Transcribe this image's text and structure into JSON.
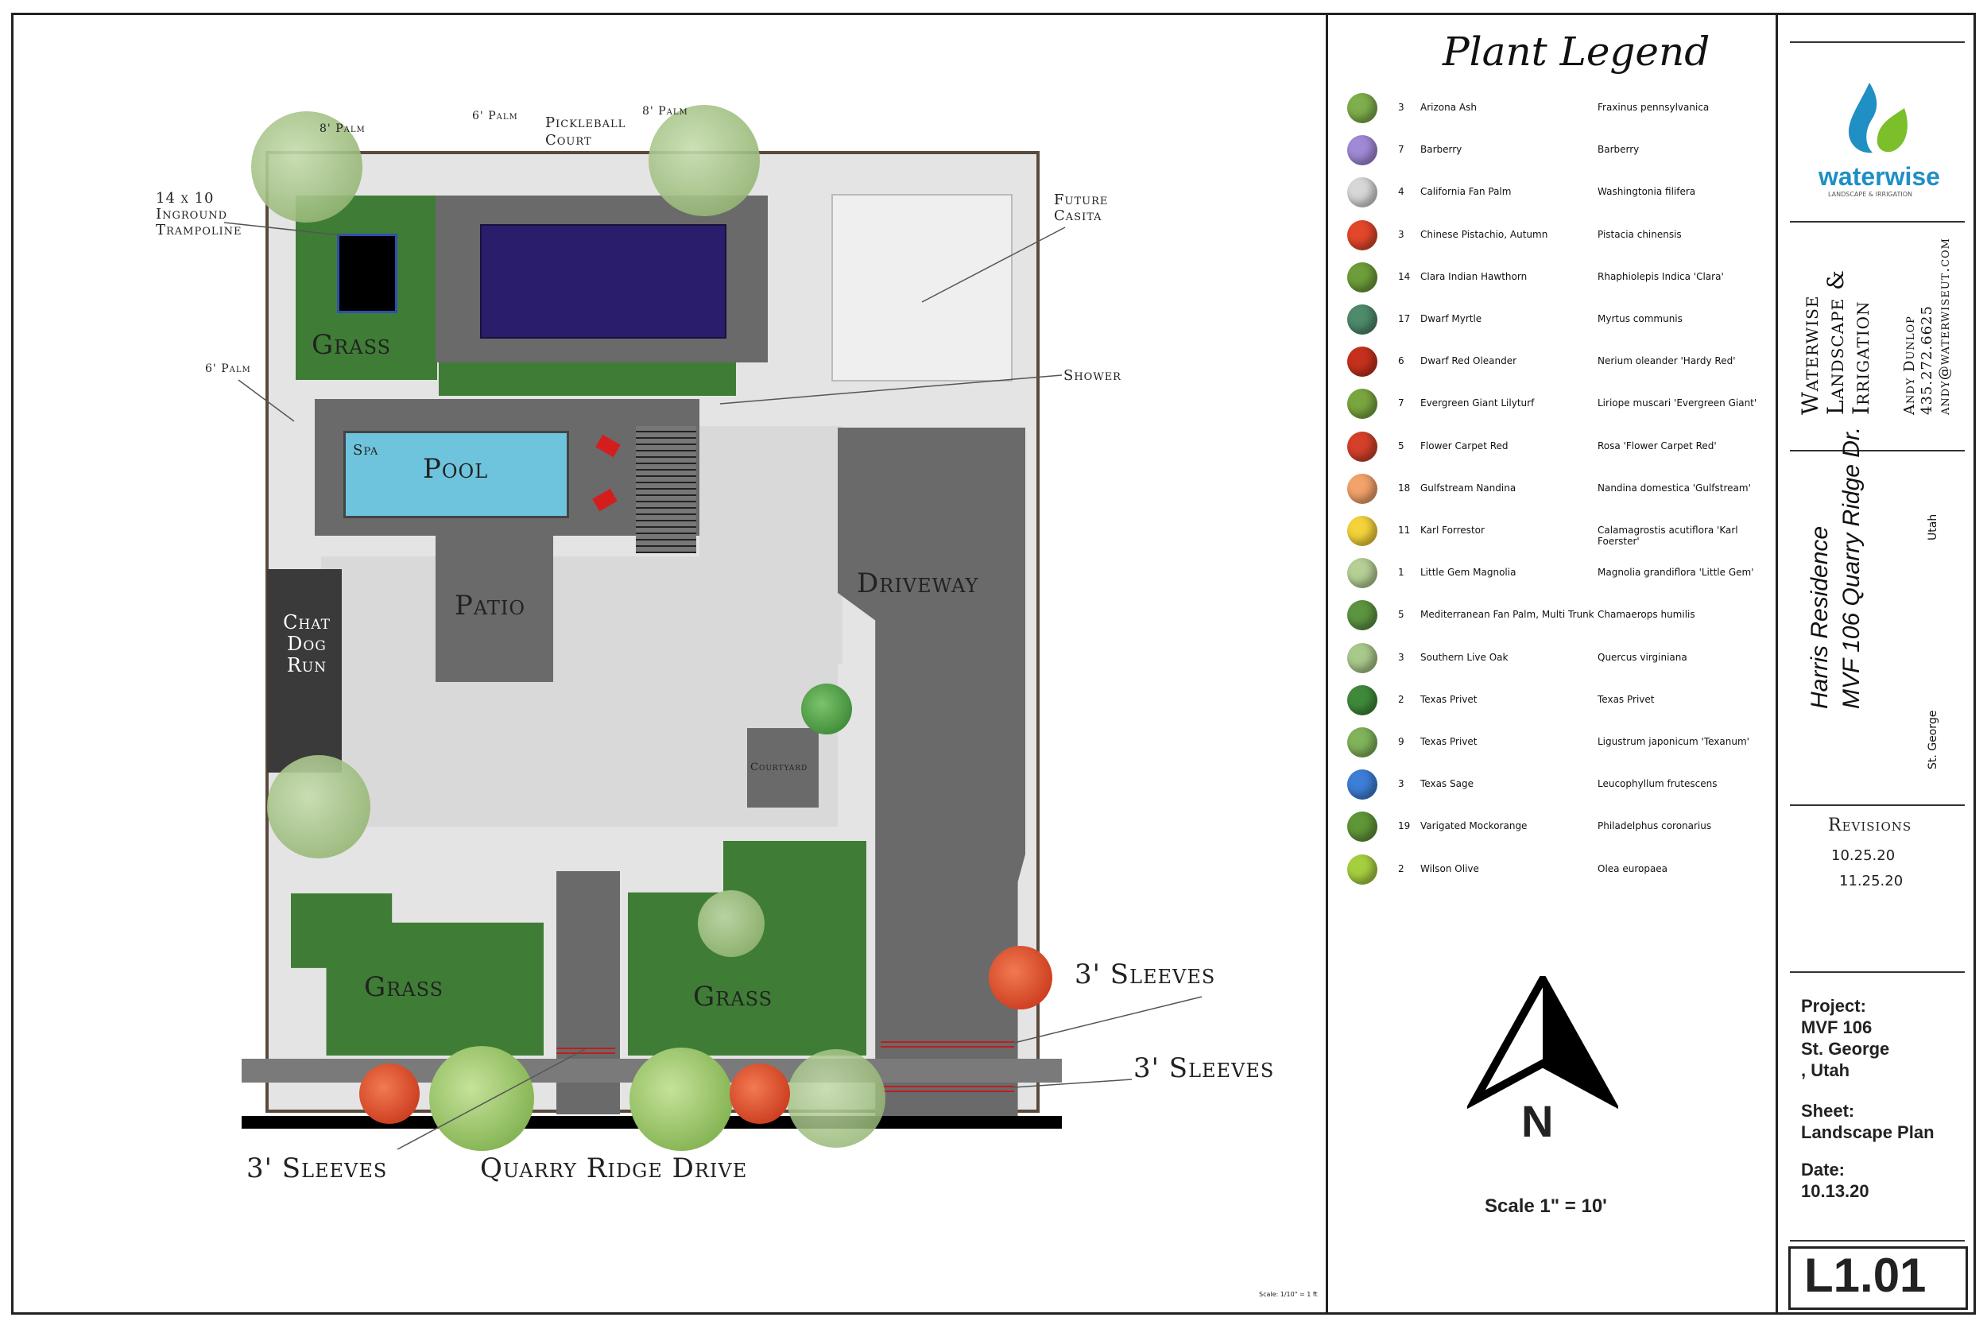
{
  "plan": {
    "labels": {
      "palm_8_left": "8' Palm",
      "palm_6_top": "6' Palm",
      "pickleball": "Pickleball Court",
      "palm_8_right": "8' Palm",
      "trampoline": "14 x 10 Inground Trampoline",
      "future_casita": "Future Casita",
      "grass_top": "Grass",
      "shower": "Shower",
      "palm_6_left": "6' Palm",
      "spa": "Spa",
      "pool": "Pool",
      "patio": "Patio",
      "driveway": "Driveway",
      "dog_run": "Chat Dog Run",
      "courtyard": "Courtyard",
      "grass_left": "Grass",
      "grass_right": "Grass",
      "sleeves_right_top": "3' Sleeves",
      "sleeves_right_bottom": "3' Sleeves",
      "sleeves_left": "3' Sleeves",
      "street": "Quarry Ridge Drive",
      "scale_small": "Scale: 1/10\" = 1 ft"
    }
  },
  "legend": {
    "title": "Plant Legend",
    "items": [
      {
        "qty": "3",
        "common": "Arizona Ash",
        "botanical": "Fraxinus pennsylvanica",
        "color": "#7fae4c"
      },
      {
        "qty": "7",
        "common": "Barberry",
        "botanical": "Barberry",
        "color": "#a08ad6"
      },
      {
        "qty": "4",
        "common": "California Fan Palm",
        "botanical": "Washingtonia filifera",
        "color": "#d7d7d7"
      },
      {
        "qty": "3",
        "common": "Chinese Pistachio, Autumn",
        "botanical": "Pistacia chinensis",
        "color": "#e2472a"
      },
      {
        "qty": "14",
        "common": "Clara Indian Hawthorn",
        "botanical": "Rhaphiolepis Indica 'Clara'",
        "color": "#6d9e3a"
      },
      {
        "qty": "17",
        "common": "Dwarf Myrtle",
        "botanical": "Myrtus communis",
        "color": "#4e8a6b"
      },
      {
        "qty": "6",
        "common": "Dwarf Red Oleander",
        "botanical": "Nerium oleander 'Hardy Red'",
        "color": "#c6311d"
      },
      {
        "qty": "7",
        "common": "Evergreen Giant Lilyturf",
        "botanical": "Liriope muscari 'Evergreen Giant'",
        "color": "#7aa63f"
      },
      {
        "qty": "5",
        "common": "Flower Carpet Red",
        "botanical": "Rosa 'Flower Carpet Red'",
        "color": "#d4402a"
      },
      {
        "qty": "18",
        "common": "Gulfstream Nandina",
        "botanical": "Nandina domestica 'Gulfstream'",
        "color": "#f2a26a"
      },
      {
        "qty": "11",
        "common": "Karl Forrestor",
        "botanical": "Calamagrostis acutiflora 'Karl Foerster'",
        "color": "#f3d23a"
      },
      {
        "qty": "1",
        "common": "Little Gem Magnolia",
        "botanical": "Magnolia grandiflora 'Little Gem'",
        "color": "#b5cf95"
      },
      {
        "qty": "5",
        "common": "Mediterranean Fan Palm, Multi Trunk",
        "botanical": "Chamaerops humilis",
        "color": "#5c9440"
      },
      {
        "qty": "3",
        "common": "Southern Live Oak",
        "botanical": "Quercus virginiana",
        "color": "#a9c98a"
      },
      {
        "qty": "2",
        "common": "Texas Privet",
        "botanical": "Texas Privet",
        "color": "#3f8a3a"
      },
      {
        "qty": "9",
        "common": "Texas Privet",
        "botanical": "Ligustrum japonicum 'Texanum'",
        "color": "#80b35a"
      },
      {
        "qty": "3",
        "common": "Texas Sage",
        "botanical": "Leucophyllum frutescens",
        "color": "#3d7ed6"
      },
      {
        "qty": "19",
        "common": "Varigated Mockorange",
        "botanical": "Philadelphus coronarius",
        "color": "#5f9637"
      },
      {
        "qty": "2",
        "common": "Wilson Olive",
        "botanical": "Olea europaea",
        "color": "#a6cf3f"
      }
    ],
    "north": "N",
    "scale": "Scale 1\" = 10'"
  },
  "titleblock": {
    "company": "waterwise",
    "company_sub": "LANDSCAPE & IRRIGATION",
    "company_full_1": "Waterwise",
    "company_full_2": "Landscape &",
    "company_full_3": "Irrigation",
    "contact_name": "Andy Dunlop",
    "contact_phone": "435.272.6625",
    "contact_email": "andy@waterwiseut.com",
    "project_name": "Harris Residence",
    "project_address": "MVF 106 Quarry Ridge Dr.",
    "city": "St. George",
    "state": "Utah",
    "revisions_label": "Revisions",
    "revisions": [
      "10.25.20",
      "11.25.20"
    ],
    "project_label": "Project:",
    "project_l1": "MVF 106",
    "project_l2": "St. George",
    "project_l3": ", Utah",
    "sheet_label": "Sheet:",
    "sheet_value": "Landscape Plan",
    "date_label": "Date:",
    "date_value": "10.13.20",
    "sheet_number": "L1.01"
  },
  "colors": {
    "grass": "#3f7d36",
    "pool": "#6ec4dc",
    "trampoline_pool": "#2a1d6b",
    "hardscape": "#6a6a6a",
    "paving": "#d9d9d9",
    "logo_blue": "#1f8fc4",
    "logo_green": "#7bbf2b"
  }
}
